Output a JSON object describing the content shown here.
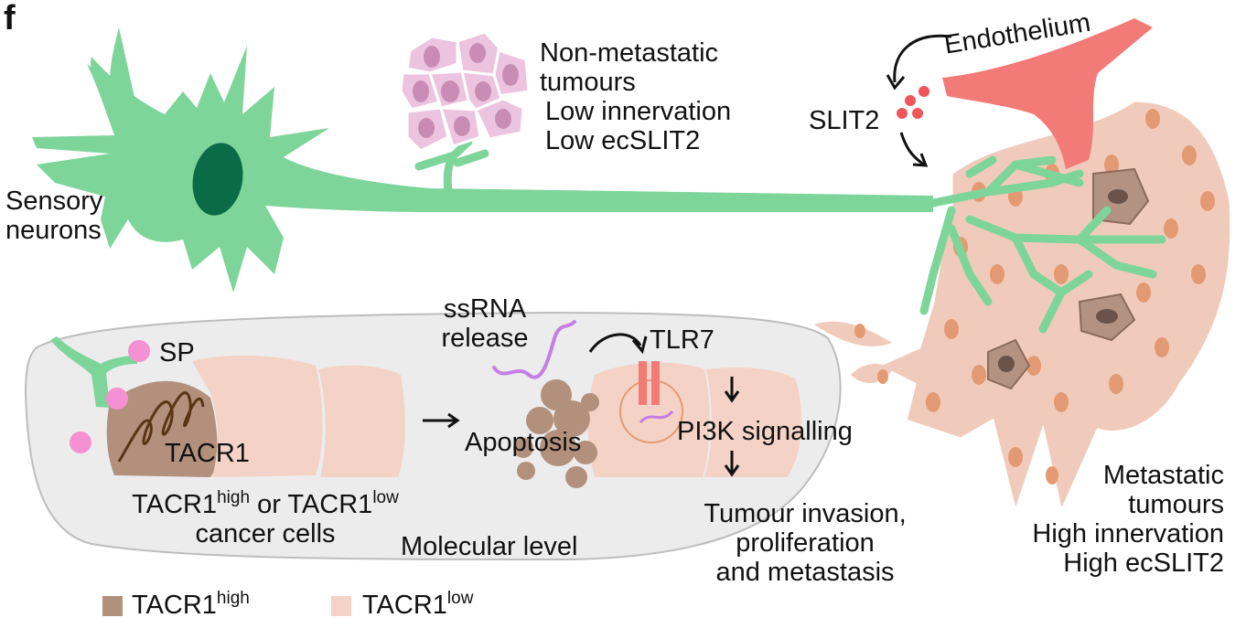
{
  "panel_label": "f",
  "labels": {
    "sensory_neurons": [
      "Sensory",
      "neurons"
    ],
    "non_metastatic": [
      "Non-metastatic",
      "tumours",
      "Low innervation",
      "Low ecSLIT2"
    ],
    "endothelium": "Endothelium",
    "slit2": "SLIT2",
    "metastatic": [
      "Metastatic",
      "tumours",
      "High innervation",
      "High ecSLIT2"
    ],
    "sp": "SP",
    "tacr1": "TACR1",
    "cancer_cells": {
      "p1": "TACR1",
      "sup1": "high",
      "p2": " or TACR1",
      "sup2": "low",
      "line2": "cancer cells"
    },
    "ssrna": [
      "ssRNA",
      "release"
    ],
    "tlr7": "TLR7",
    "apoptosis": "Apoptosis",
    "pi3k": "PI3K signalling",
    "molecular_level": "Molecular level",
    "outcome": [
      "Tumour invasion,",
      "proliferation",
      "and metastasis"
    ]
  },
  "legend": [
    {
      "base": "TACR1",
      "sup": "high",
      "color": "#b3907c"
    },
    {
      "base": "TACR1",
      "sup": "low",
      "color": "#f4d3c6"
    }
  ],
  "colors": {
    "neuron": "#7ed59a",
    "nucleus": "#0b6b47",
    "tumour_pink": "#ecc4df",
    "tumour_pink_nucleus": "#c98db5",
    "endothelium": "#f27b78",
    "slit2_dot": "#f0555a",
    "met_cell": "#f0cbbb",
    "met_nucleus": "#e39a73",
    "met_dark": "#b39282",
    "sp_dot": "#f590d2",
    "tacr1_wave": "#5a3515",
    "ssrna": "#c57ee6",
    "panel_bg": "#ececec"
  }
}
